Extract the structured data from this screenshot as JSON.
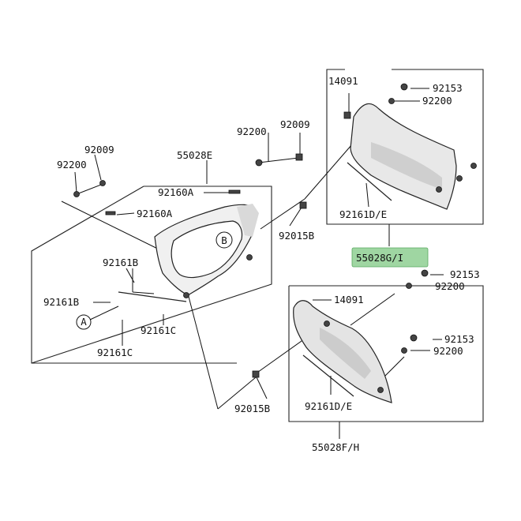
{
  "diagram": {
    "labels": {
      "p14091_top": "14091",
      "p92153_top": "92153",
      "p92200_top": "92200",
      "p92200_mid": "92200",
      "p92009_mid": "92009",
      "p92009_left": "92009",
      "p92200_left": "92200",
      "p55028E": "55028E",
      "p92160A_1": "92160A",
      "p92160A_2": "92160A",
      "p92015B_mid": "92015B",
      "p92161DE_top": "92161D/E",
      "p55028GI": "55028G/I",
      "p92161B_1": "92161B",
      "p92161B_2": "92161B",
      "p92161C_1": "92161C",
      "p92161C_2": "92161C",
      "p92153_r1": "92153",
      "p92200_r1": "92200",
      "p14091_low": "14091",
      "p92153_r2": "92153",
      "p92200_r2": "92200",
      "p92015B_low": "92015B",
      "p92161DE_low": "92161D/E",
      "p55028FH": "55028F/H"
    },
    "callouts": {
      "A": "A",
      "B": "B"
    },
    "highlight_color": "#9fd6a2"
  }
}
